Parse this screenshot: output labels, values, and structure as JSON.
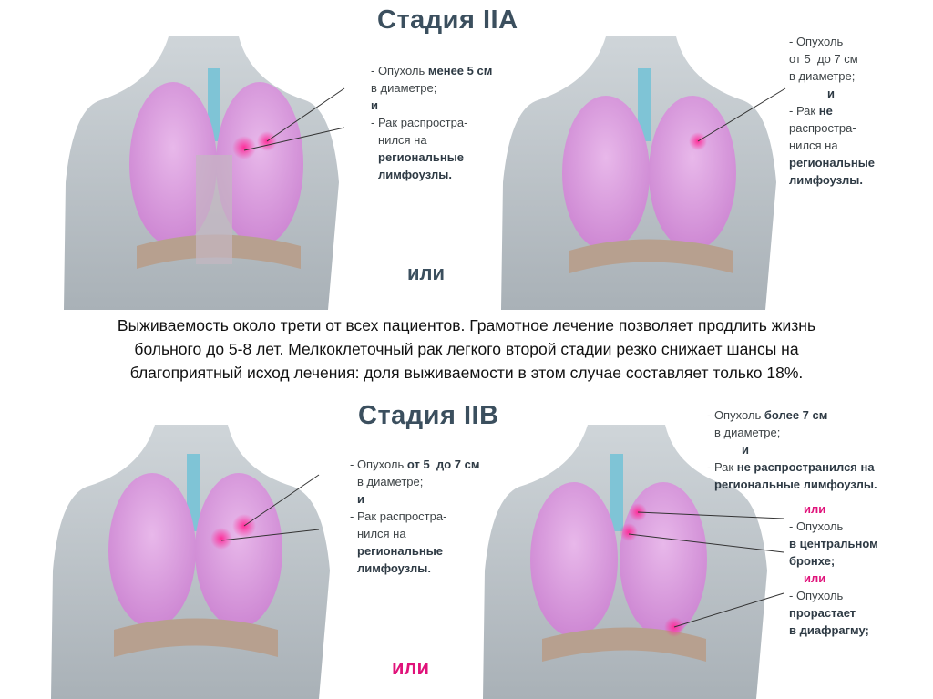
{
  "stage_a": {
    "title": "Стадия IIA",
    "or": "или",
    "left_note": {
      "l1a": "- Опухоль ",
      "l1b": "менее 5 см",
      "l2": "в диаметре;",
      "l3": "и",
      "l4": "- Рак распростра-",
      "l5": "нился на",
      "l6": "региональные",
      "l7": "лимфоузлы."
    },
    "right_note": {
      "l1": "- Опухоль",
      "l2a": "от 5",
      "l2b": "до 7 см",
      "l3": "в диаметре;",
      "l4": "и",
      "l5a": "- Рак ",
      "l5b": "не",
      "l6": "распростра-",
      "l7": "нился на",
      "l8": "региональные",
      "l9": "лимфоузлы."
    }
  },
  "paragraph": {
    "line1": "Выживаемость около трети от всех пациентов. Грамотное лечение позволяет продлить жизнь",
    "line2": "больного до 5-8 лет. Мелкоклеточный рак легкого второй стадии резко снижает шансы на",
    "line3": "благоприятный исход лечения: доля выживаемости в этом случае составляет только 18%."
  },
  "stage_b": {
    "title": "Стадия IIB",
    "or": "или",
    "left_note": {
      "l1a": "- Опухоль ",
      "l1b": "от 5",
      "l1c": "до 7 см",
      "l2": "в диаметре;",
      "l3": "и",
      "l4": "- Рак распростра-",
      "l5": "нился на",
      "l6": "региональные",
      "l7": "лимфоузлы."
    },
    "right_note": {
      "l1a": "- Опухоль ",
      "l1b": "более 7 см",
      "l2": "в диаметре;",
      "l3": "и",
      "l4a": "- Рак ",
      "l4b": "не распространился на",
      "l5": "региональные лимфоузлы.",
      "or1": "или",
      "l6": "- Опухоль",
      "l7": "в центральном",
      "l8": "бронхе;",
      "or2": "или",
      "l9": "- Опухоль",
      "l10": "прорастает",
      "l11": "в диафрагму;"
    }
  },
  "colors": {
    "title": "#3b4f5e",
    "accent_pink": "#e0127a",
    "lung": "#d9a0dc",
    "torso": "#bcc3c8"
  }
}
